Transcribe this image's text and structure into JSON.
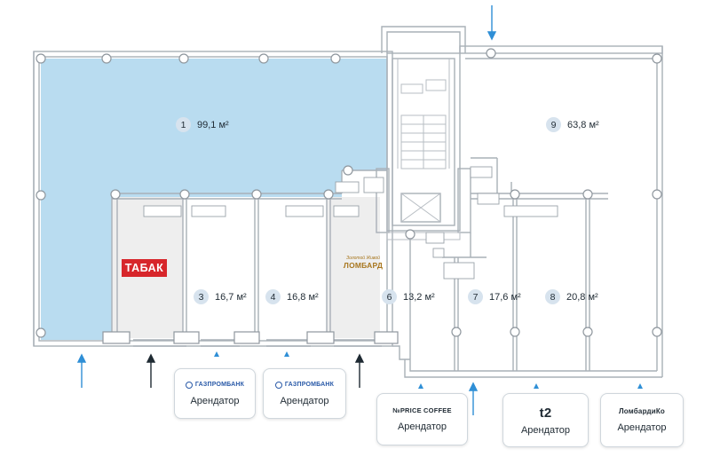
{
  "colors": {
    "highlight_area": "#b9dcf0",
    "shop_area": "#eeeeee",
    "wall": "#a9b0b7",
    "entrance_arrow_blue": "#2f8fd6",
    "entrance_arrow_black": "#1f2a33",
    "tenant_marker": "#2f8fd6",
    "label_circle": "#d7e3ee",
    "tabak_sign": "#d7262b",
    "lombard_sign": "#a8771f"
  },
  "rooms": [
    {
      "number": "1",
      "area": "99,1 м²"
    },
    {
      "number": "3",
      "area": "16,7 м²"
    },
    {
      "number": "4",
      "area": "16,8 м²"
    },
    {
      "number": "6",
      "area": "13,2 м²"
    },
    {
      "number": "7",
      "area": "17,6 м²"
    },
    {
      "number": "8",
      "area": "20,8 м²"
    },
    {
      "number": "9",
      "area": "63,8 м²"
    }
  ],
  "signs": {
    "tabak": "ТАБАК",
    "lombard_small": "Золотой Живой",
    "lombard": "ЛОМБАРД"
  },
  "tenants": [
    {
      "logo": "ГАЗПРОМБАНК",
      "label": "Арендатор",
      "icon": "gazprombank-logo-icon"
    },
    {
      "logo": "ГАЗПРОМБАНК",
      "label": "Арендатор",
      "icon": "gazprombank-logo-icon"
    },
    {
      "logo": "№PRICE COFFEE",
      "label": "Арендатор",
      "icon": ""
    },
    {
      "logo": "t2",
      "label": "Арендатор",
      "icon": "t2-logo-icon"
    },
    {
      "logo": "ЛомбардиКо",
      "label": "Арендатор",
      "icon": ""
    }
  ]
}
